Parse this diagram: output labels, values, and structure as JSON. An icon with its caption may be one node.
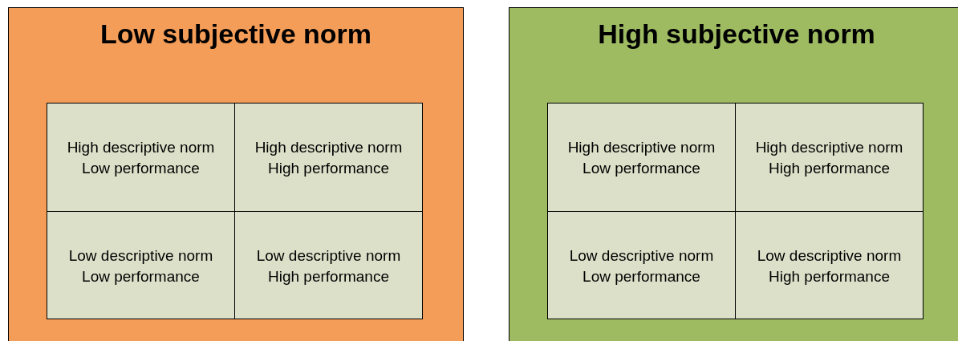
{
  "diagram": {
    "nodes": [
      {
        "text": [
          "Low subjective norm"
        ]
      },
      {
        "text": [
          "High descriptive norm Low performance"
        ],
        "in": 0
      },
      {
        "text": [
          "High descriptive norm High performance"
        ],
        "in": 0
      },
      {
        "text": [
          "Low descriptive norm Low performance"
        ],
        "in": 0
      },
      {
        "text": [
          "Low descriptive norm High performance"
        ],
        "in": 0
      },
      {
        "text": [
          "High subjective norm"
        ]
      },
      {
        "text": [
          "High descriptive norm Low performance"
        ],
        "in": 5
      },
      {
        "text": [
          "High descriptive norm High performance"
        ],
        "in": 5
      },
      {
        "text": [
          "Low descriptive norm Low performance"
        ],
        "in": 5
      },
      {
        "text": [
          "Low descriptive norm High performance"
        ],
        "in": 5
      }
    ]
  }
}
